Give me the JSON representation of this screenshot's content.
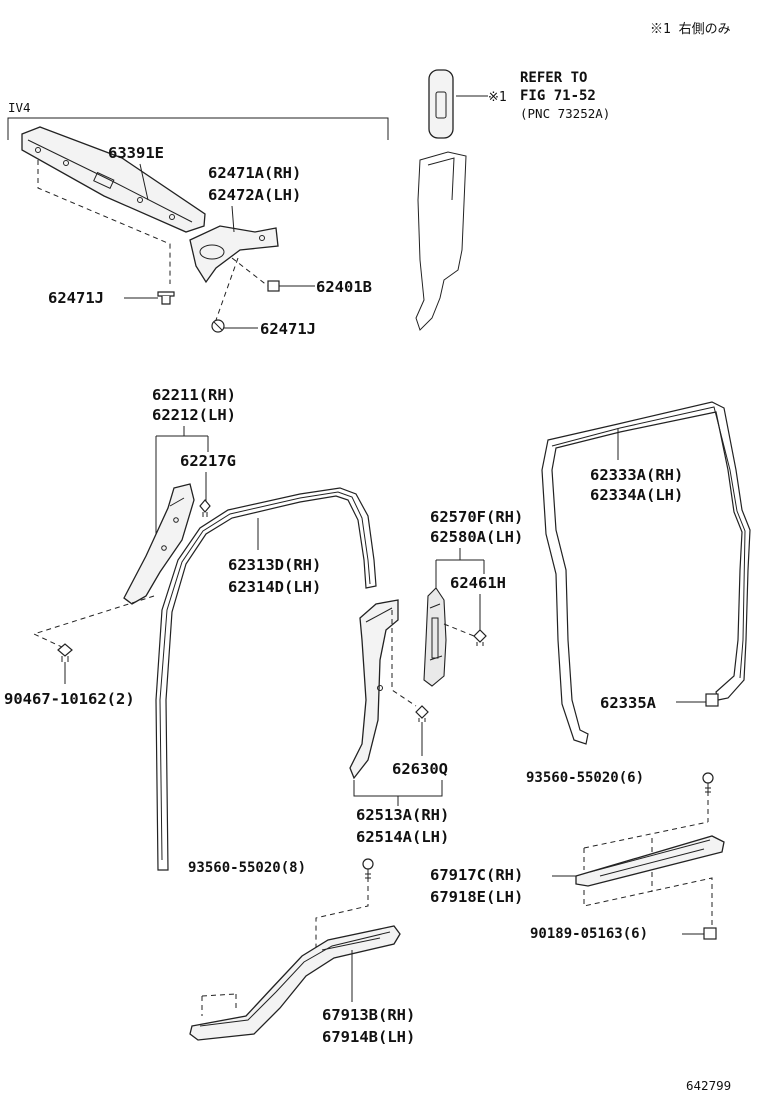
{
  "header": {
    "note": "※1 右側のみ",
    "group_label": "IV4",
    "diagram_id": "642799"
  },
  "callouts": {
    "refer": {
      "marker": "※1",
      "line1": "REFER TO",
      "line2": "FIG 71-52",
      "line3": "(PNC 73252A)"
    }
  },
  "parts": {
    "p63391E": "63391E",
    "p62471A": "62471A(RH)",
    "p62472A": "62472A(LH)",
    "p62471J_a": "62471J",
    "p62401B": "62401B",
    "p62471J_b": "62471J",
    "p62211": "62211(RH)",
    "p62212": "62212(LH)",
    "p62217G": "62217G",
    "p90467": "90467-10162(2)",
    "p62313D": "62313D(RH)",
    "p62314D": "62314D(LH)",
    "p62570F": "62570F(RH)",
    "p62580A": "62580A(LH)",
    "p62461H": "62461H",
    "p62630Q": "62630Q",
    "p62513A": "62513A(RH)",
    "p62514A": "62514A(LH)",
    "p62333A": "62333A(RH)",
    "p62334A": "62334A(LH)",
    "p62335A": "62335A",
    "p93560_6": "93560-55020(6)",
    "p67917C": "67917C(RH)",
    "p67918E": "67918E(LH)",
    "p90189": "90189-05163(6)",
    "p93560_8": "93560-55020(8)",
    "p67913B": "67913B(RH)",
    "p67914B": "67914B(LH)"
  }
}
